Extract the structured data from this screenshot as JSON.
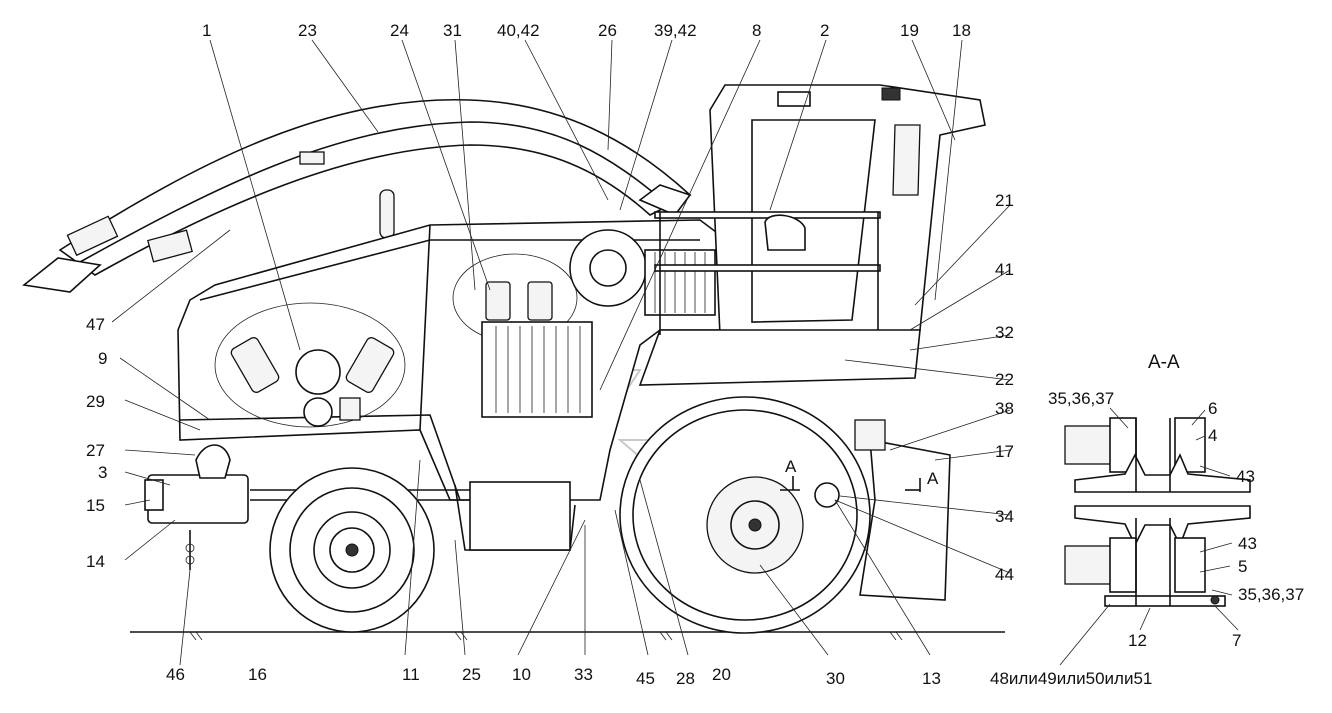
{
  "labels": {
    "top": [
      "1",
      "23",
      "24",
      "31",
      "40,42",
      "26",
      "39,42",
      "8",
      "2",
      "19",
      "18"
    ],
    "right": [
      "21",
      "41",
      "32",
      "22",
      "38",
      "17",
      "34",
      "44"
    ],
    "left": [
      "47",
      "9",
      "29",
      "27",
      "3",
      "15",
      "14",
      "46"
    ],
    "bottom": [
      "16",
      "11",
      "25",
      "10",
      "33",
      "45",
      "28",
      "20",
      "30",
      "13"
    ]
  },
  "section": {
    "title": "A-A",
    "marker": "A",
    "labels": [
      "35,36,37",
      "6",
      "4",
      "43",
      "43",
      "5",
      "35,36,37",
      "7",
      "12"
    ],
    "caption": "48или49или50или51"
  }
}
